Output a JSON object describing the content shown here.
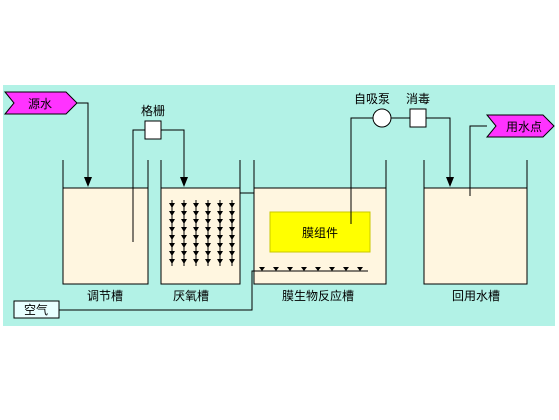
{
  "labels": {
    "source": "源水",
    "grille": "格栅",
    "self_priming_pump": "自吸泵",
    "disinfection": "消毒",
    "water_point": "用水点",
    "equalization_tank": "调节槽",
    "anaerobic_tank": "厌氧槽",
    "membrane_component": "膜组件",
    "mbr_tank": "膜生物反应槽",
    "reuse_tank": "回用水槽",
    "air": "空气"
  },
  "colors": {
    "background": "#b2f2e6",
    "tank_water": "#fff6e0",
    "arrow_label": "#ff33ff",
    "membrane": "#ffff00",
    "line": "#000000",
    "air_box": "#e8ffff"
  }
}
